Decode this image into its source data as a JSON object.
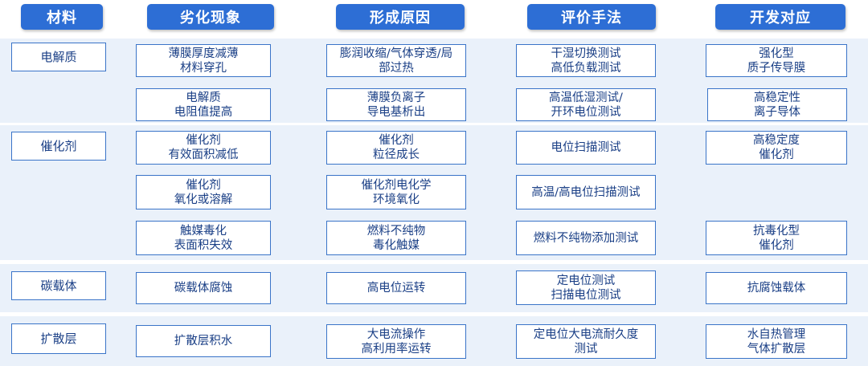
{
  "headers": [
    "材料",
    "劣化现象",
    "形成原因",
    "评价手法",
    "开发对应"
  ],
  "rows": [
    {
      "material": "电解质",
      "entries": [
        {
          "phenomenon": [
            "薄膜厚度减薄",
            "材料穿孔"
          ],
          "cause": [
            "膨润收缩/气体穿透/局",
            "部过热"
          ],
          "method": [
            "干湿切换测试",
            "高低负载测试"
          ],
          "response": [
            "强化型",
            "质子传导膜"
          ]
        },
        {
          "phenomenon": [
            "电解质",
            "电阻值提高"
          ],
          "cause": [
            "薄膜负离子",
            "导电基析出"
          ],
          "method": [
            "高温低湿测试/",
            "开环电位测试"
          ],
          "response": [
            "高稳定性",
            "离子导体"
          ]
        }
      ]
    },
    {
      "material": "催化剂",
      "entries": [
        {
          "phenomenon": [
            "催化剂",
            "有效面积减低"
          ],
          "cause": [
            "催化剂",
            "粒径成长"
          ],
          "method": [
            "电位扫描测试"
          ],
          "response": [
            "高稳定度",
            "催化剂"
          ]
        },
        {
          "phenomenon": [
            "催化剂",
            "氧化或溶解"
          ],
          "cause": [
            "催化剂电化学",
            "环境氧化"
          ],
          "method": [
            "高温/高电位扫描测试"
          ],
          "response": []
        },
        {
          "phenomenon": [
            "触媒毒化",
            "表面积失效"
          ],
          "cause": [
            "燃料不纯物",
            "毒化触媒"
          ],
          "method": [
            "燃料不纯物添加测试"
          ],
          "response": [
            "抗毒化型",
            "催化剂"
          ]
        }
      ]
    },
    {
      "material": "碳载体",
      "entries": [
        {
          "phenomenon": [
            "碳载体腐蚀"
          ],
          "cause": [
            "高电位运转"
          ],
          "method": [
            "定电位测试",
            "扫描电位测试"
          ],
          "response": [
            "抗腐蚀载体"
          ]
        }
      ]
    },
    {
      "material": "扩散层",
      "entries": [
        {
          "phenomenon": [
            "扩散层积水"
          ],
          "cause": [
            "大电流操作",
            "高利用率运转"
          ],
          "method": [
            "定电位大电流耐久度",
            "测试"
          ],
          "response": [
            "水自热管理",
            "气体扩散层"
          ]
        }
      ]
    }
  ]
}
